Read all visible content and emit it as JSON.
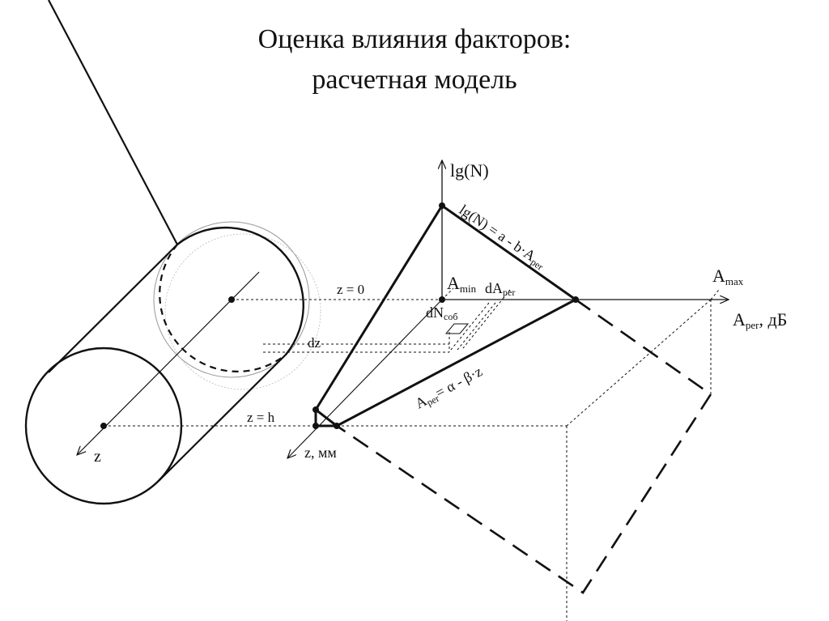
{
  "title": {
    "line1": "Оценка влияния факторов:",
    "line2": "расчетная модель"
  },
  "diagram": {
    "axis_lgN": "lg(N)",
    "axis_Aper_main": "A",
    "axis_Aper_sub": "per",
    "axis_Aper_unit": ", дБ",
    "axis_z": "z, мм",
    "cyl_axis_z": "z",
    "A_min_main": "A",
    "A_min_sub": "min",
    "A_max_main": "A",
    "A_max_sub": "max",
    "dA_main": "dA",
    "dA_sub": "per",
    "dN_main": "dN",
    "dN_sub": "соб",
    "z0": "z = 0",
    "dz": "dz",
    "zh": "z = h",
    "eq1": "lg(N) = a - b·A",
    "eq1_sub": "per",
    "eq2_main": "A",
    "eq2_sub": "per",
    "eq2_rest": "= α - β·z"
  }
}
